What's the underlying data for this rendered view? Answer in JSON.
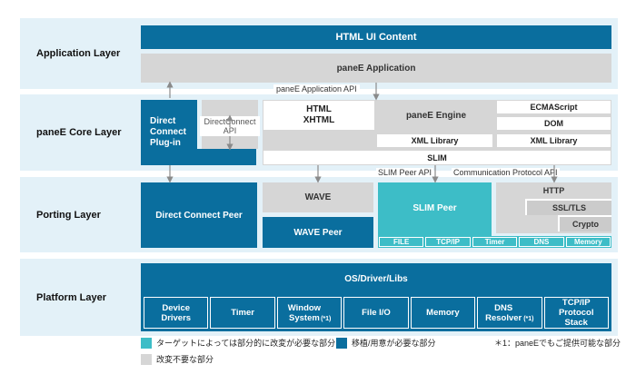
{
  "layers": {
    "application": "Application Layer",
    "core": "paneE Core Layer",
    "porting": "Porting Layer",
    "platform": "Platform Layer"
  },
  "application": {
    "html_ui_content": "HTML UI Content",
    "panee_application": "paneE Application",
    "api_label": "paneE Application API"
  },
  "core": {
    "direct_connect_plugin": "Direct\nConnect\nPlug-in",
    "direct_connect_api": "DirectConnect\nAPI",
    "html_xhtml": "HTML\nXHTML",
    "panee_engine": "paneE Engine",
    "ecmascript": "ECMAScript",
    "dom": "DOM",
    "xml_library_1": "XML Library",
    "xml_library_2": "XML Library",
    "slim": "SLIM",
    "slim_peer_api": "SLIM Peer API",
    "communication_protocol_api": "Communication Protocol API"
  },
  "porting": {
    "direct_connect_peer": "Direct Connect Peer",
    "wave": "WAVE",
    "wave_peer": "WAVE Peer",
    "slim_peer": "SLIM Peer",
    "slim_peer_items": [
      "FILE",
      "TCP/IP",
      "Timer",
      "DNS",
      "Memory"
    ],
    "http": "HTTP",
    "ssl_tls": "SSL/TLS",
    "crypto": "Crypto"
  },
  "platform": {
    "os_driver_libs": "OS/Driver/Libs",
    "items": [
      {
        "label": "Device\nDrivers"
      },
      {
        "label": "Timer"
      },
      {
        "label": "Window\nSystem",
        "note": "(*1)"
      },
      {
        "label": "File I/O"
      },
      {
        "label": "Memory"
      },
      {
        "label": "DNS\nResolver",
        "note": " (*1)"
      },
      {
        "label": "TCP/IP\nProtocol\nStack"
      }
    ]
  },
  "legend": {
    "teal_text": "ターゲットによっては部分的に改変が必要な部分",
    "dark_text": "移植/用意が必要な部分",
    "gray_text": "改変不要な部分",
    "footnote": "＊1：paneEでもご提供可能な部分"
  },
  "colors": {
    "dark_blue": "#0a6e9e",
    "teal": "#3dbdc7",
    "gray": "#d6d6d6",
    "layer_background": "#e3f1f8"
  }
}
